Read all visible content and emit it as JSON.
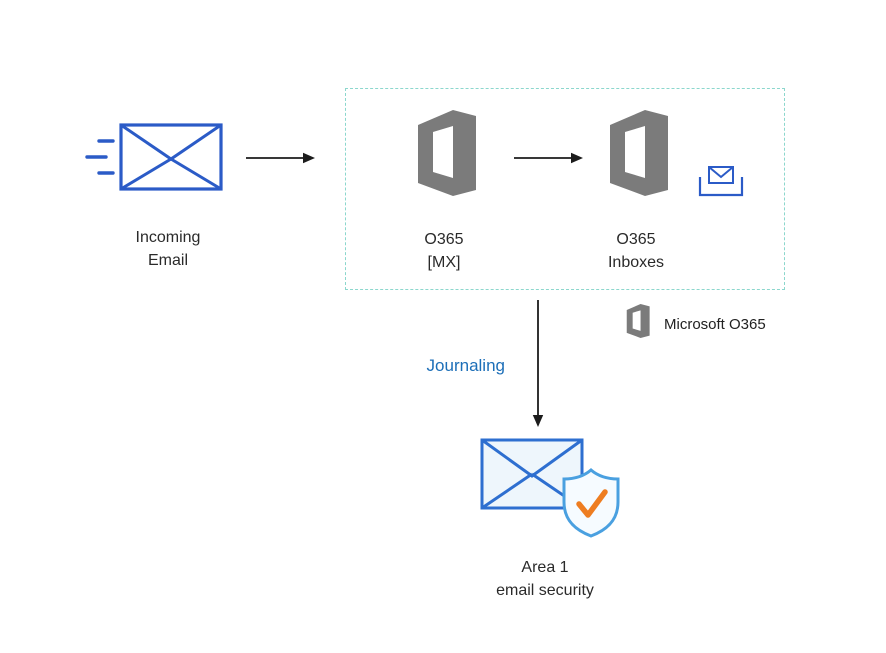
{
  "nodes": {
    "incoming_email": {
      "label": "Incoming\nEmail",
      "icon": "envelope-speed-icon"
    },
    "o365_mx": {
      "label": "O365\n[MX]",
      "icon": "office-365-logo-icon"
    },
    "o365_inboxes": {
      "label": "O365\nInboxes",
      "icon": "office-365-logo-icon"
    },
    "area1_email_security": {
      "label": "Area 1\nemail security",
      "icon": "envelope-shield-check-icon"
    }
  },
  "annotations": {
    "journaling": "Journaling",
    "legend": "Microsoft O365"
  },
  "edges": [
    {
      "from": "incoming_email",
      "to": "o365_mx",
      "label": ""
    },
    {
      "from": "o365_mx",
      "to": "o365_inboxes",
      "label": ""
    },
    {
      "from": "o365_mx",
      "to": "area1_email_security",
      "label": "Journaling"
    }
  ],
  "colors": {
    "envelope_blue": "#2b5bc7",
    "dashed_border_teal": "#8cd7cd",
    "journaling_blue": "#1d6fb8",
    "office_gray": "#7b7b7b",
    "shield_blue": "#4aa0e0",
    "check_orange": "#ee7d21",
    "arrow_black": "#1c1c1c",
    "label_text": "#2a2a2a",
    "area1_envelope_fill": "#eef6fc"
  }
}
